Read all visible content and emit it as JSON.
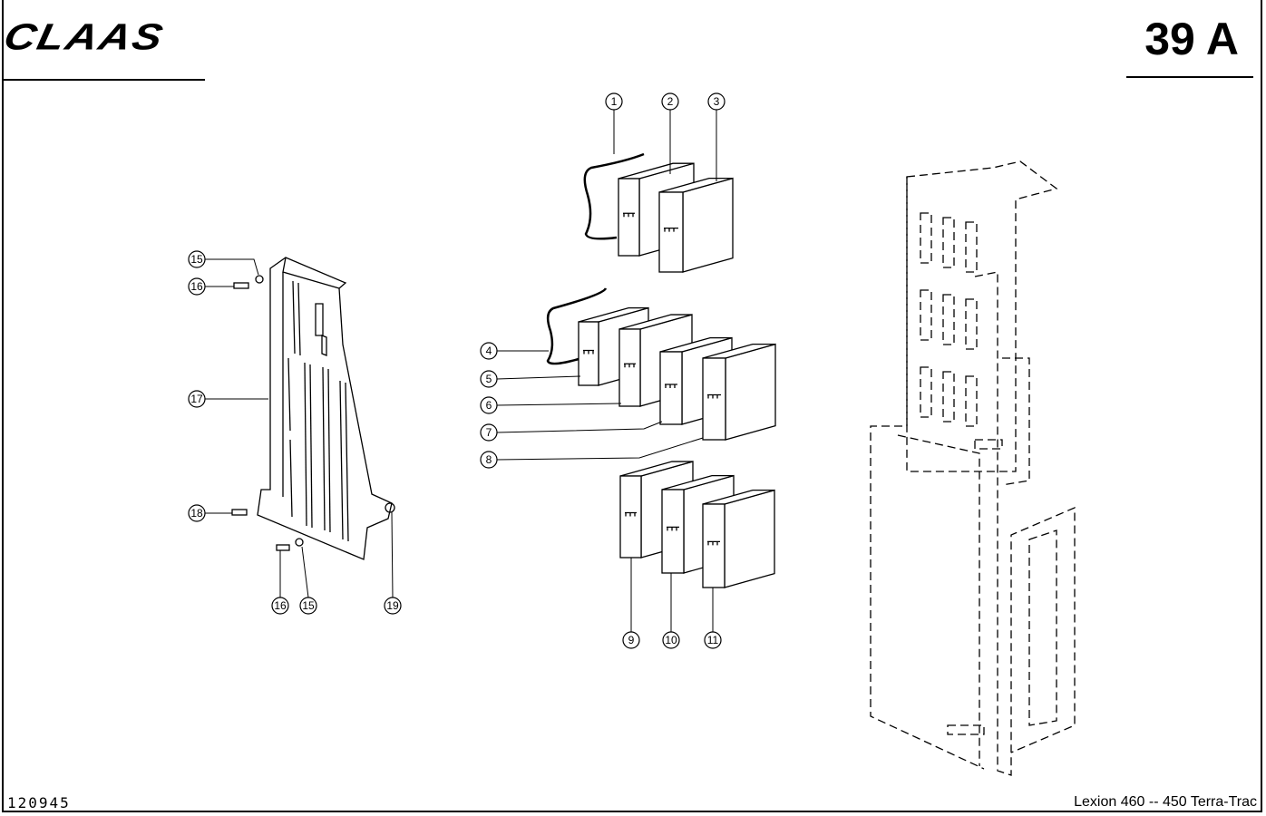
{
  "header": {
    "brand": "CLAAS",
    "sheet_number": "39 A"
  },
  "footer": {
    "drawing_number": "120945",
    "model": "Lexion 460 -- 450 Terra-Trac"
  },
  "callouts": [
    {
      "label": "1"
    },
    {
      "label": "2"
    },
    {
      "label": "3"
    },
    {
      "label": "4"
    },
    {
      "label": "5"
    },
    {
      "label": "6"
    },
    {
      "label": "7"
    },
    {
      "label": "8"
    },
    {
      "label": "9"
    },
    {
      "label": "10"
    },
    {
      "label": "11"
    },
    {
      "label": "15"
    },
    {
      "label": "16"
    },
    {
      "label": "17"
    },
    {
      "label": "18"
    },
    {
      "label": "16"
    },
    {
      "label": "15"
    },
    {
      "label": "19"
    }
  ]
}
